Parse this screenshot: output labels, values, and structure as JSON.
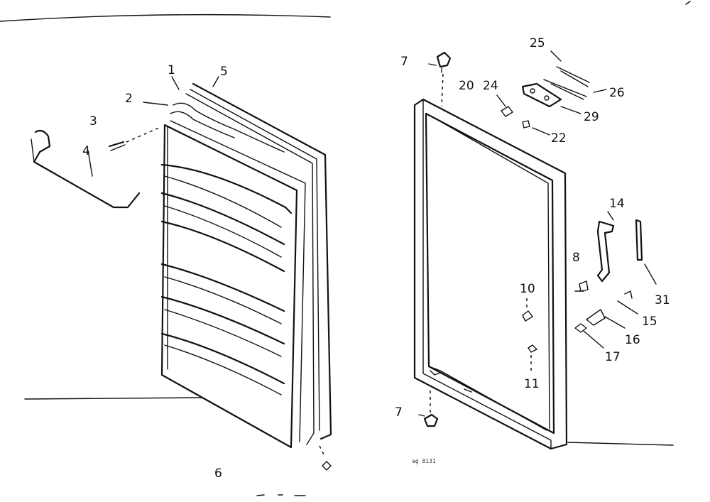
{
  "labels": {
    "p1": "1",
    "p2": "2",
    "p3": "3",
    "p4": "4",
    "p5": "5",
    "p6": "6",
    "p7a": "7",
    "p7b": "7",
    "p8": "8",
    "p10": "10",
    "p11": "11",
    "p14": "14",
    "p15": "15",
    "p16": "16",
    "p17": "17",
    "p20": "20",
    "p22": "22",
    "p24": "24",
    "p25": "25",
    "p26": "26",
    "p29": "29",
    "p31": "31"
  },
  "drawing_code": "ag 8131"
}
